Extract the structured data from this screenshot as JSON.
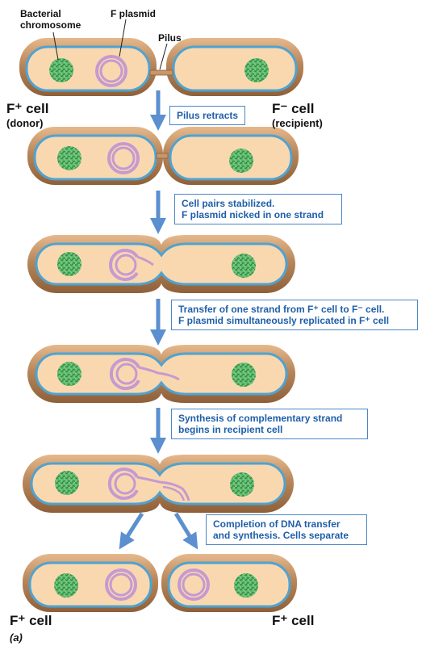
{
  "labels": {
    "bacterial_chromosome_1": "Bacterial",
    "bacterial_chromosome_2": "chromosome",
    "f_plasmid": "F plasmid",
    "pilus": "Pilus",
    "f_plus_cell_top": "F⁺ cell",
    "donor": "(donor)",
    "f_minus_cell": "F⁻ cell",
    "recipient": "(recipient)",
    "f_plus_cell_bottom_left": "F⁺ cell",
    "f_plus_cell_bottom_right": "F⁺ cell",
    "panel": "(a)"
  },
  "steps": [
    {
      "lines": [
        "Pilus retracts"
      ]
    },
    {
      "lines": [
        "Cell pairs stabilized.",
        "F plasmid nicked in one strand"
      ]
    },
    {
      "lines": [
        "Transfer of one strand from F⁺ cell to F⁻ cell.",
        "F plasmid simultaneously replicated in F⁺ cell"
      ]
    },
    {
      "lines": [
        "Synthesis of complementary strand",
        "begins in recipient cell"
      ]
    },
    {
      "lines": [
        "Completion of DNA transfer",
        "and synthesis. Cells separate"
      ]
    }
  ],
  "colors": {
    "cell_wall": "#b8865a",
    "cytoplasm": "#f9d8b0",
    "membrane": "#4fa3d1",
    "chromosome": "#3e9f4b",
    "plasmid": "#c59ad0",
    "arrow": "#5b8fcf",
    "box_text": "#1f5fa8"
  }
}
